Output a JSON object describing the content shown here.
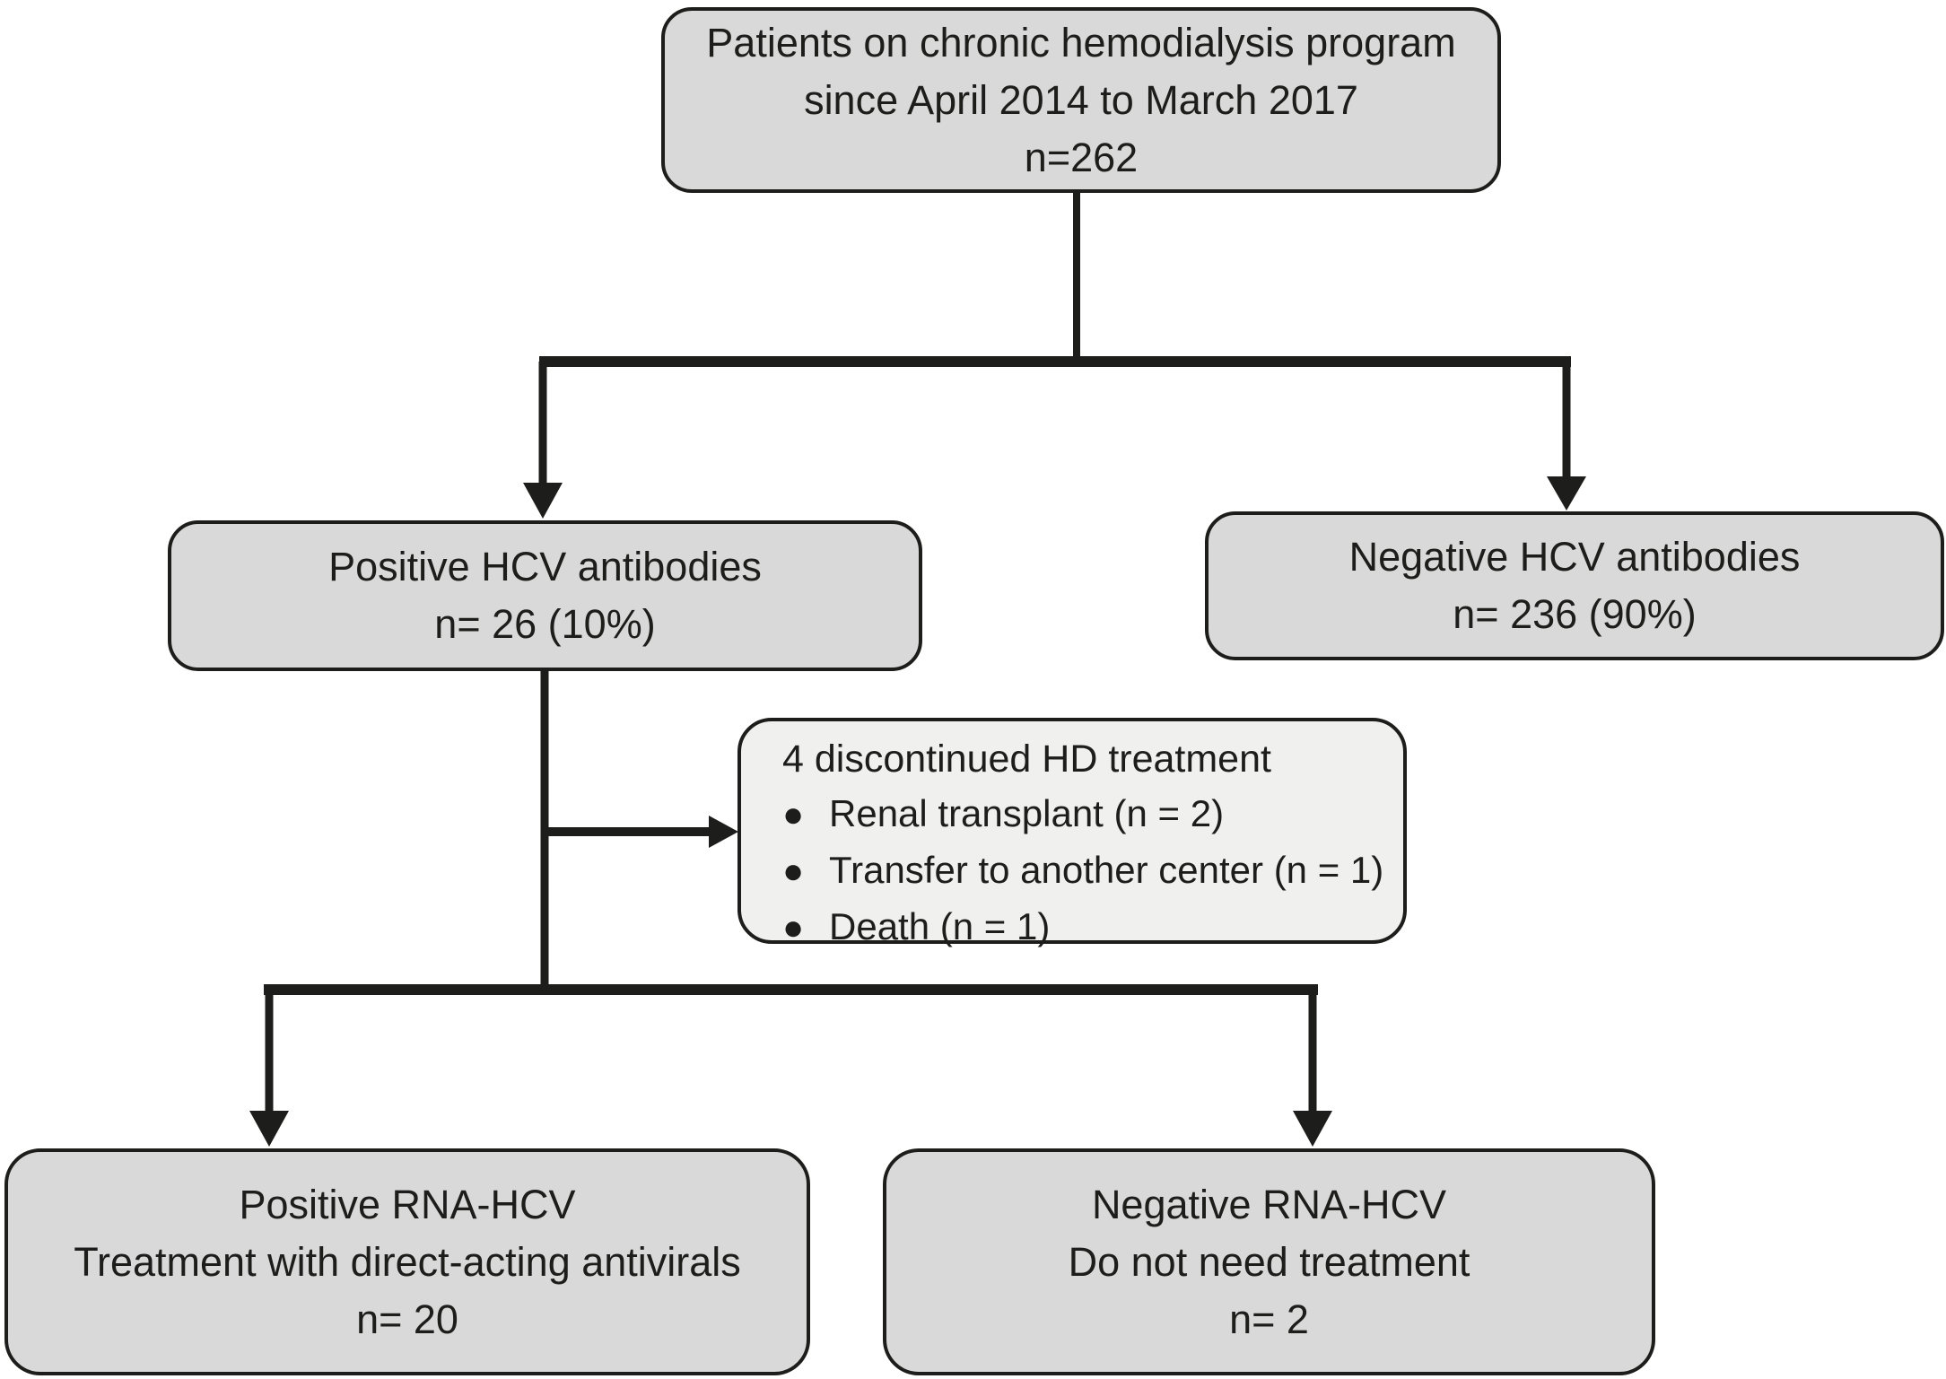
{
  "diagram": {
    "title": "HCV screening flowchart of hemodialysis patients",
    "nodes": {
      "population": {
        "lines": [
          "Patients on chronic hemodialysis program",
          "since April 2014 to March 2017",
          "n=262"
        ]
      },
      "positive_antibodies": {
        "lines": [
          "Positive HCV antibodies",
          "n= 26 (10%)"
        ]
      },
      "negative_antibodies": {
        "lines": [
          "Negative HCV antibodies",
          "n= 236 (90%)"
        ]
      },
      "discontinued": {
        "title": "4 discontinued HD treatment",
        "bullet_char": "●",
        "bullets": [
          "Renal transplant (n = 2)",
          "Transfer to another center (n = 1)",
          "Death (n = 1)"
        ]
      },
      "positive_rna": {
        "lines": [
          "Positive RNA-HCV",
          "Treatment with direct-acting antivirals",
          "n= 20"
        ]
      },
      "negative_rna": {
        "lines": [
          "Negative RNA-HCV",
          "Do not need treatment",
          "n= 2"
        ]
      }
    },
    "colors": {
      "node_fill": "#d9d9d9",
      "note_fill": "#f0f0ee",
      "line": "#1d1d1b",
      "text": "#1d1d1b",
      "background": "#ffffff"
    }
  }
}
